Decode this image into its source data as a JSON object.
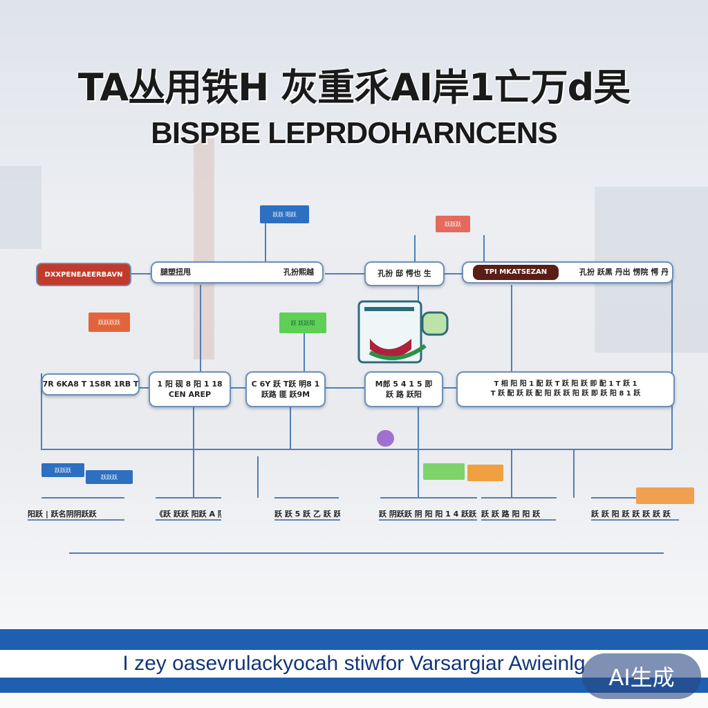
{
  "title": {
    "line1": "TA丛用铁H 灰重乑AI岸1亡万d旲",
    "line2": "BISPBE  LEPRDOHARNCENS"
  },
  "row1": [
    {
      "pill": "DXXPENEAEERBAVN"
    },
    {
      "left": "腿塑扭甩",
      "right": "孔扮熙越"
    },
    {
      "text": "孔扮 邸 愕也 生"
    },
    {
      "pill": "TPI MKATSEZAN",
      "text": "孔扮 跃黑 丹出 愣院 愕 丹"
    }
  ],
  "row2": [
    {
      "text": "7R 6KA8 T 1S8R 1RB T"
    },
    {
      "text": "1 阳 砚 8 阳 1 18\nCEN AREP"
    },
    {
      "text": "C 6Y 跃 T跃 明8 1\n跃路 匪 跃9M"
    },
    {
      "text": "M郎 5 4 1 5 即\n跃 路 跃阳"
    },
    {
      "text": "T 相 阳 阳 1 配 跃 T 跃 阳 跃 即 配 1 T 跃 1\nT 跃 配 跃 跃 配 阳 跃 跃 阳 跃 即 跃 阳 8 1 跃"
    }
  ],
  "row3": [
    "阳跃 | 跃名阴阴跃跃",
    "《跃 跃跃 阳跃 A 阴跃",
    "跃 跃 5 跃 乙 跃 跃",
    "跃 阴跃跃 阴 阳 阳 1 4 跃跃",
    "跃 跃 路 阳 阳 跃",
    "跃 跃 阳 跃 跃 跃 跃 跃"
  ],
  "tags": [
    "跃跃 阳跃",
    "跃跃跃",
    "跃 跃跃阳",
    "跃跃跃跃",
    "跃跃跃",
    "跃跃跃"
  ],
  "footer": {
    "text": "I zey oasevrulackyocah stiwfor Varsargiar Awieinlg"
  },
  "watermark": "AI生成",
  "colors": {
    "line": "#4f7fb5",
    "footer": "#1f5fb0",
    "red_pill": "#c23a2c",
    "brown_pill": "#5a1e16",
    "green_tag": "#5fcf57",
    "orange_tag": "#e2643a"
  }
}
